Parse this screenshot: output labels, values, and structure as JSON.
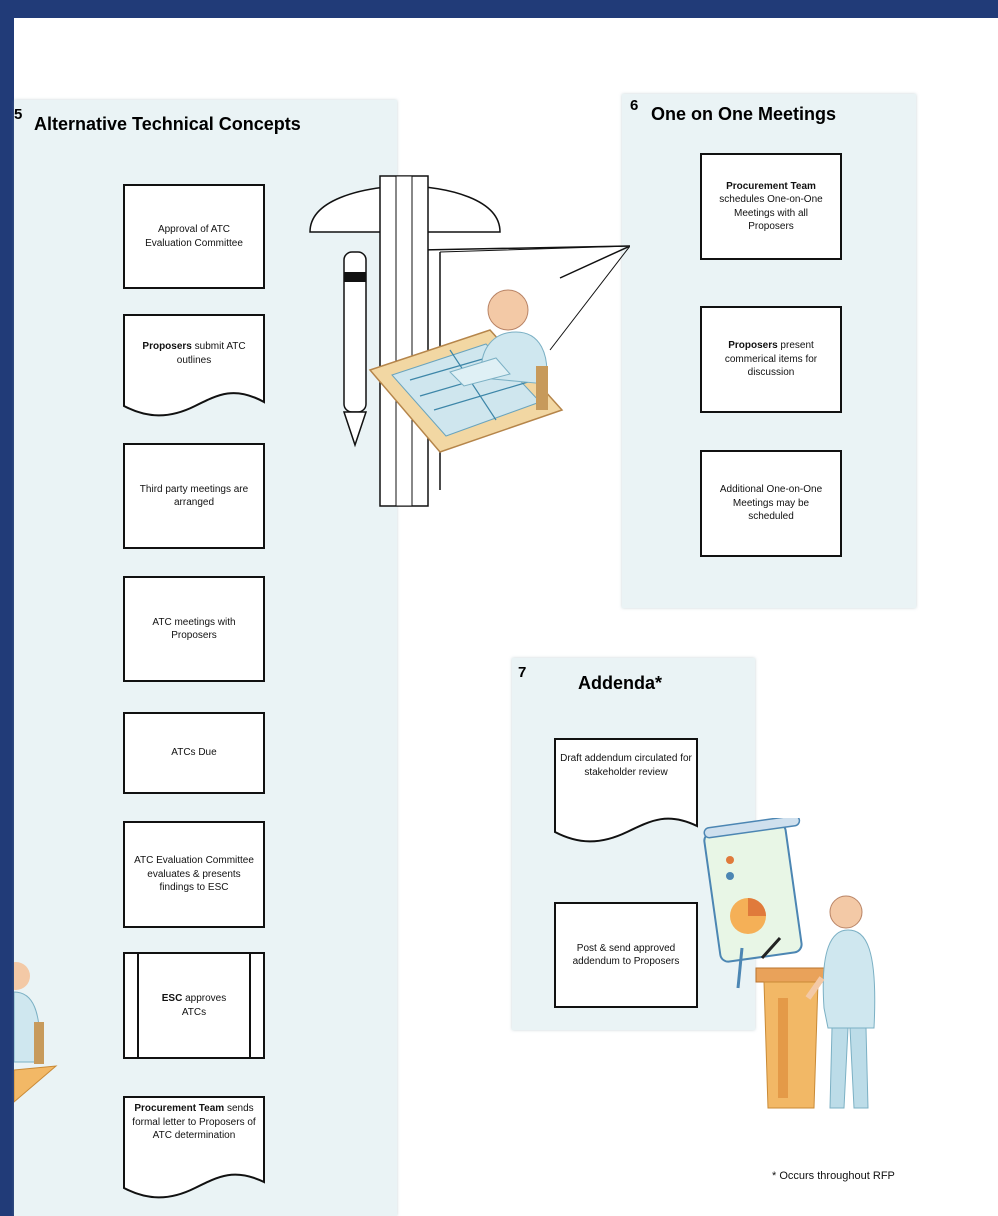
{
  "sections": {
    "atc": {
      "number": "5",
      "title": "Alternative Technical Concepts",
      "steps": {
        "s1": "Approval of ATC Evaluation Committee",
        "s2": {
          "bold": "Proposers",
          "rest": " submit ATC outlines"
        },
        "s3": "Third party meetings are arranged",
        "s4": "ATC meetings with Proposers",
        "s5": "ATCs Due",
        "s6": "ATC Evaluation Committee evaluates & presents findings to ESC",
        "s7": {
          "bold": "ESC",
          "rest": " approves ATCs"
        },
        "s8": {
          "bold": "Procurement Team",
          "rest": " sends formal letter to Proposers of ATC determination"
        }
      }
    },
    "meetings": {
      "number": "6",
      "title": "One on One Meetings",
      "steps": {
        "s1": {
          "bold": "Procurement Team",
          "rest": " schedules One-on-One Meetings with all Proposers"
        },
        "s2": {
          "bold": "Proposers",
          "rest": " present commerical items for discussion"
        },
        "s3": "Additional One-on-One Meetings may be scheduled"
      }
    },
    "addenda": {
      "number": "7",
      "title": "Addenda*",
      "steps": {
        "s1": "Draft addendum circulated for stakeholder review",
        "s2": "Post & send approved addendum to Proposers"
      }
    }
  },
  "footnote": "* Occurs throughout RFP",
  "icons": {
    "drafting": "drafting-clipart-icon",
    "presenter": "presenter-clipart-icon",
    "partial_person": "person-at-desk-clipart-icon"
  },
  "colors": {
    "frame": "#213b78",
    "panel": "#eaf3f5",
    "box_border": "#111111"
  }
}
